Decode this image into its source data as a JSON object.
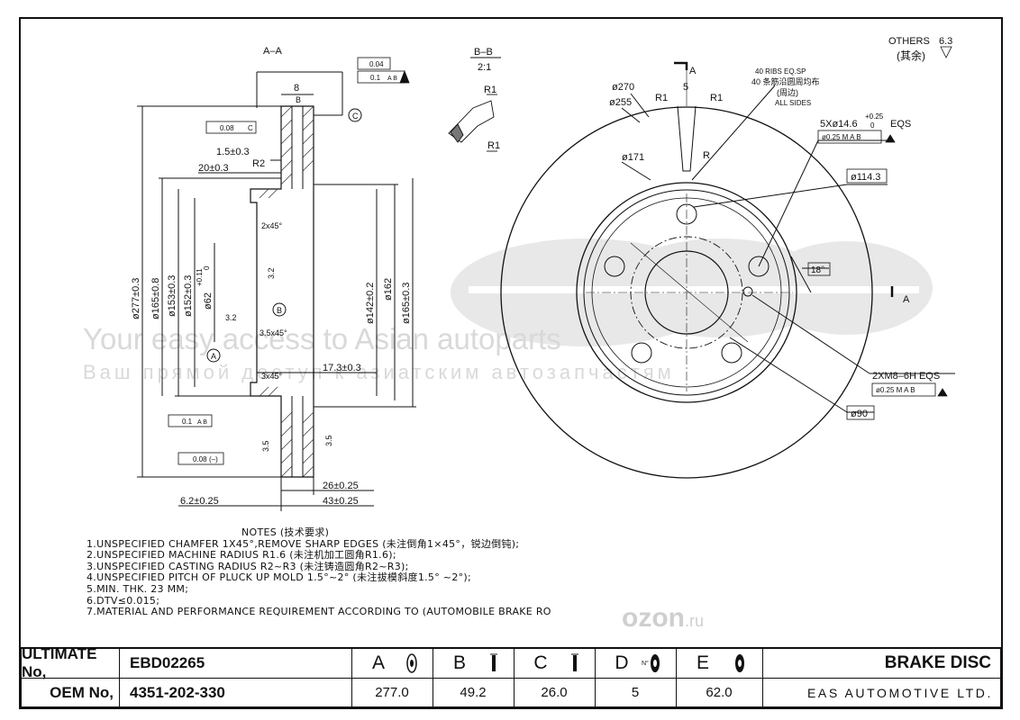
{
  "section_labels": {
    "section_aa": "A–A",
    "section_bb": "B–B",
    "scale": "2:1",
    "view_a": "A",
    "datum_a": "A",
    "datum_b": "B",
    "datum_c": "C"
  },
  "roughness": {
    "others": "OTHERS",
    "value": "6.3",
    "rest_cn": "(其余)"
  },
  "section_dims": {
    "d277": "ø277±0.3",
    "d165_8": "ø165±0.8",
    "d153": "ø153±0.3",
    "d152": "ø152±0.3",
    "d62": "ø62",
    "d62_tol": "+0.11",
    "d62_tol_low": "0",
    "d142": "ø142±0.2",
    "d162": "ø162",
    "d165_3": "ø165±0.3",
    "w8": "8",
    "b_label": "B",
    "r1_5": "1.5±0.3",
    "w20": "20±0.3",
    "r2": "R2",
    "c2x45": "2x45°",
    "c3_5x45": "3.5x45°",
    "c3x45": "3x45°",
    "v32a": "3.2",
    "v32b": "3.2",
    "d17_3": "17.3±0.3",
    "d26": "26±0.25",
    "d43": "43±0.25",
    "d6_2": "6.2±0.25",
    "v35a": "3.5",
    "v35b": "3.5"
  },
  "tolerances": {
    "flat": "0.04",
    "runout_top": "0.1",
    "runout_top_ref": "A B",
    "parallel": "0.08",
    "parallel_ref": "C",
    "runout_low": "0.1",
    "runout_low_ref": "A B",
    "flat_low": "0.08",
    "flat_low_ref": "(–)"
  },
  "plan_dims": {
    "d270": "ø270",
    "d255": "ø255",
    "d171": "ø171",
    "w5": "5",
    "r1a": "R1",
    "r1b": "R1",
    "r": "R",
    "ribs_en": "40 RIBS  EQ.SP",
    "ribs_cn": "40 条筋沿圆周均布",
    "sides_cn": "(周边)",
    "sides_en": "ALL  SIDES",
    "holes": "5Xø14.6",
    "holes_tol": "+0.25",
    "holes_tol_low": "0",
    "eqs1": "EQS",
    "pos1": "ø0.25 M  A B",
    "d114": "ø114.3",
    "ang18": "18°",
    "threads": "2XM8–6H  EQS",
    "pos2": "ø0.25 M  A B",
    "d90": "ø90",
    "bb_r1a": "R1",
    "bb_r1b": "R1"
  },
  "watermark": {
    "line1": "Your easy access to Asian autoparts",
    "line2": "Ваш прямой доступ к азиатским автозапчастям",
    "site": "ozon",
    "site_suffix": ".ru"
  },
  "notes": {
    "heading": "NOTES  (技术要求)",
    "items": [
      "1.UNSPECIFIED  CHAMFER  1X45°,REMOVE  SHARP  EDGES (未注倒角1×45°，锐边倒钝);",
      "2.UNSPECIFIED  MACHINE  RADIUS  R1.6 (未注机加工圆角R1.6);",
      "3.UNSPECIFIED  CASTING  RADIUS  R2~R3 (未注铸造圆角R2~R3);",
      "4.UNSPECIFIED  PITCH  OF  PLUCK  UP  MOLD  1.5°~2° (未注拔模斜度1.5° ~2°);",
      "5.MIN.  THK.  23  MM;",
      "6.DTV≤0.015;",
      "7.MATERIAL  AND  PERFORMANCE  REQUIREMENT  ACCORDING  TO  (AUTOMOBILE  BRAKE  RO"
    ]
  },
  "title_block": {
    "ultimate_label": "ULTIMATE No,",
    "ultimate_value": "EBD02265",
    "oem_label": "OEM No,",
    "oem_value": "4351-202-330",
    "columns": [
      {
        "letter": "A",
        "value": "277.0",
        "icon": "disc-diameter-icon"
      },
      {
        "letter": "B",
        "value": "49.2",
        "icon": "disc-height-icon"
      },
      {
        "letter": "C",
        "value": "26.0",
        "icon": "disc-thickness-icon"
      },
      {
        "letter": "D",
        "value": "5",
        "icon": "bolt-holes-icon",
        "icon_text": "N°"
      },
      {
        "letter": "E",
        "value": "62.0",
        "icon": "center-bore-icon"
      }
    ],
    "product": "BRAKE DISC",
    "company": "EAS AUTOMOTIVE LTD."
  }
}
